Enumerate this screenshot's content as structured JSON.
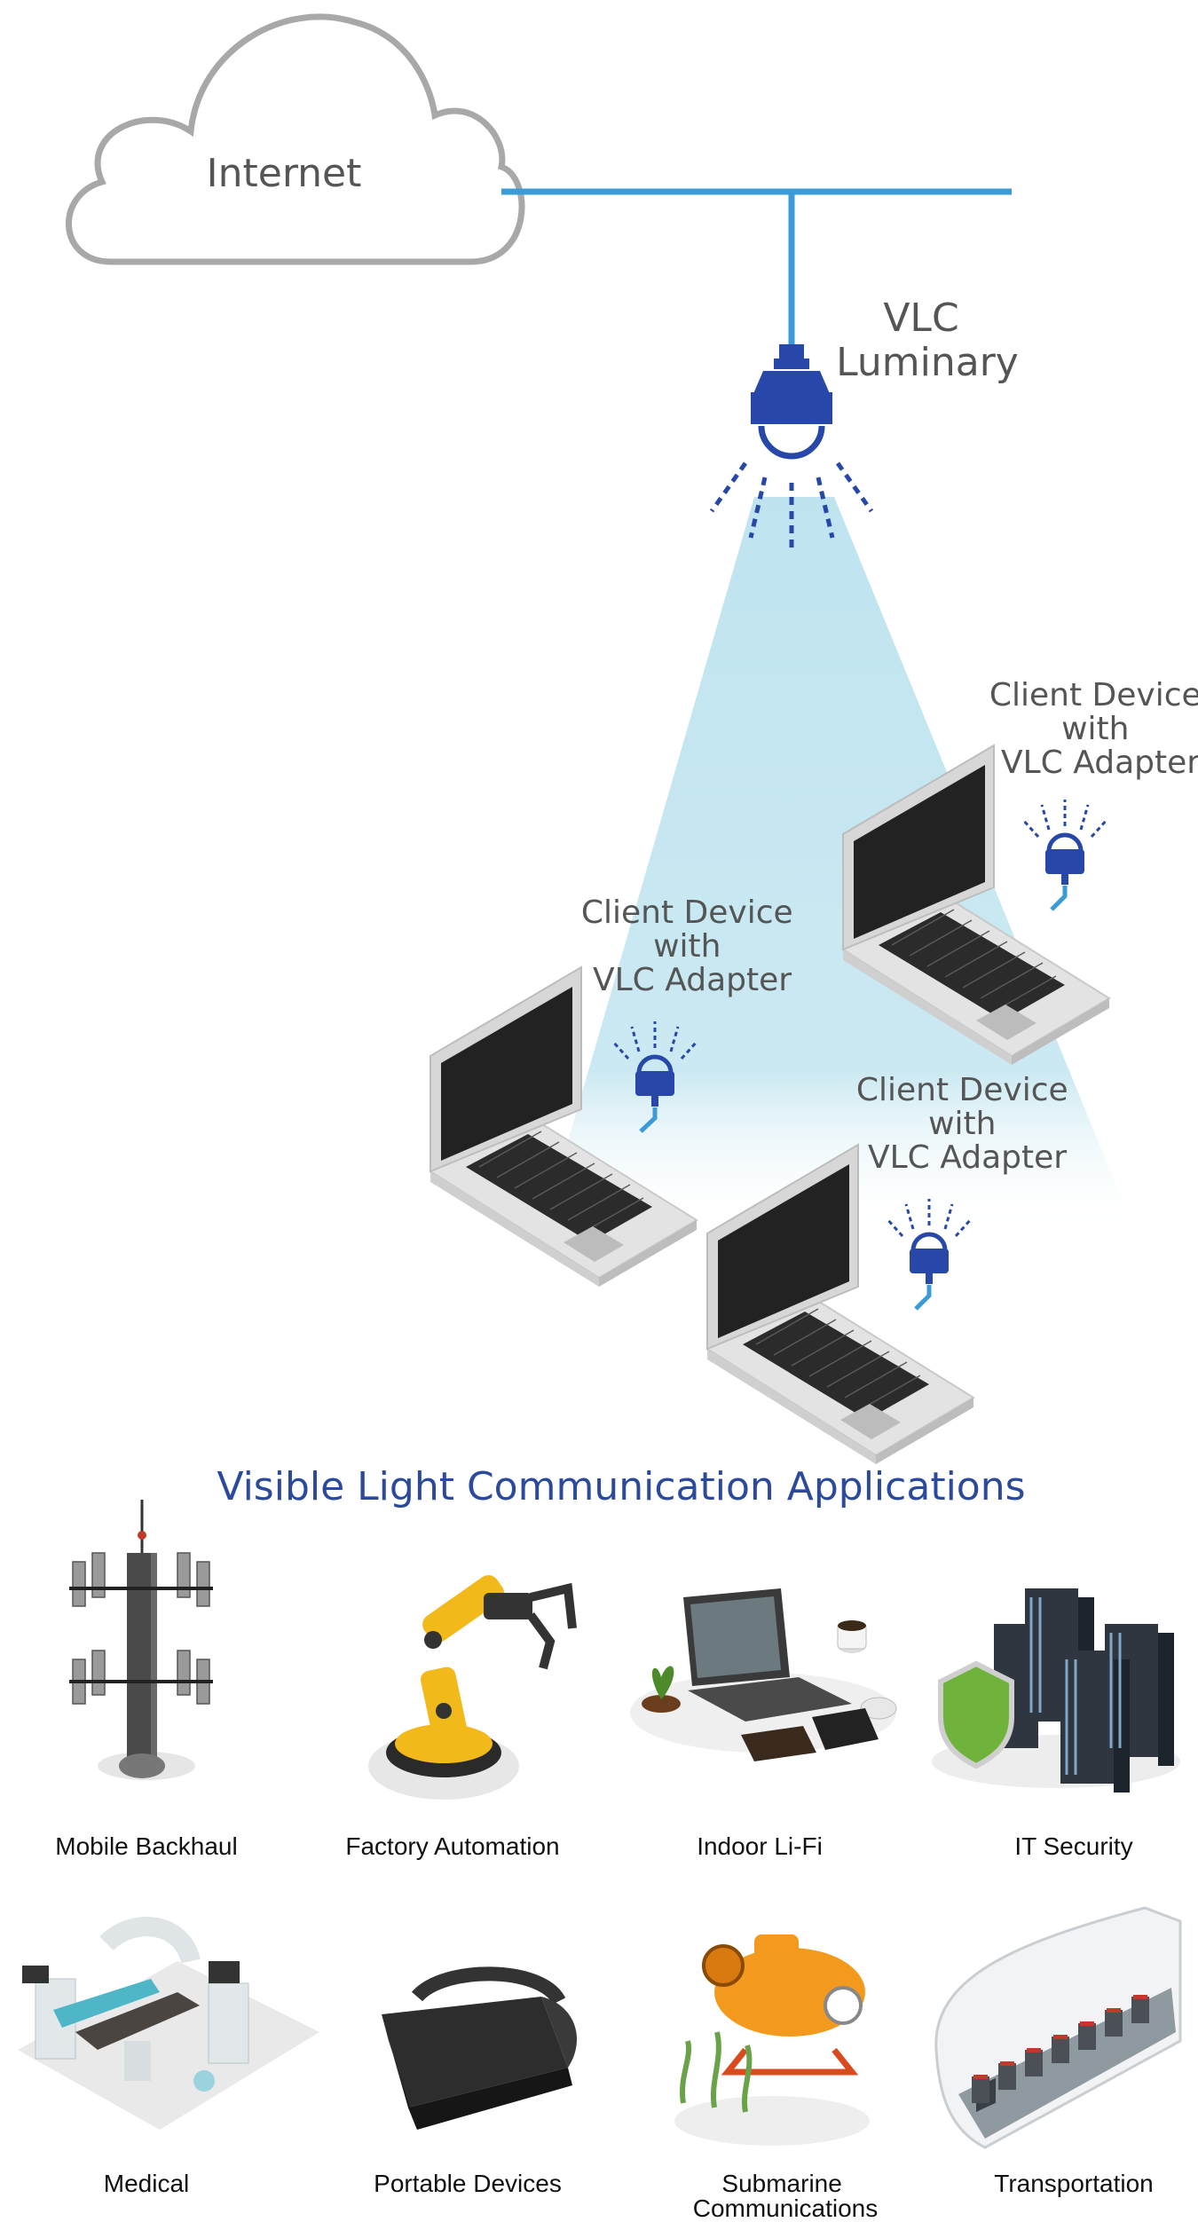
{
  "network": {
    "cloud_label": "Internet",
    "luminary_label": [
      "VLC",
      "Luminary"
    ],
    "clients": [
      {
        "label": [
          "Client Device",
          "with",
          "VLC Adapter"
        ]
      },
      {
        "label": [
          "Client Device",
          "with",
          "VLC Adapter"
        ]
      },
      {
        "label": [
          "Client Device",
          "with",
          "VLC Adapter"
        ]
      }
    ]
  },
  "applications": {
    "title": "Visible Light Communication Applications",
    "items": [
      {
        "label": "Mobile Backhaul",
        "icon": "cell-tower-icon"
      },
      {
        "label": "Factory Automation",
        "icon": "robot-arm-icon"
      },
      {
        "label": "Indoor Li-Fi",
        "icon": "tablet-desk-icon"
      },
      {
        "label": "IT Security",
        "icon": "server-shield-icon"
      },
      {
        "label": "Medical",
        "icon": "medical-equipment-icon"
      },
      {
        "label": "Portable Devices",
        "icon": "vr-headset-icon"
      },
      {
        "label": [
          "Submarine",
          "Communications"
        ],
        "icon": "submarine-icon"
      },
      {
        "label": "Transportation",
        "icon": "aircraft-cabin-icon"
      }
    ]
  },
  "colors": {
    "link_line": "#3a9bd6",
    "lamp": "#2748a8",
    "beam": "#c9e8f2",
    "title": "#2b4a9b",
    "text": "#555555"
  }
}
